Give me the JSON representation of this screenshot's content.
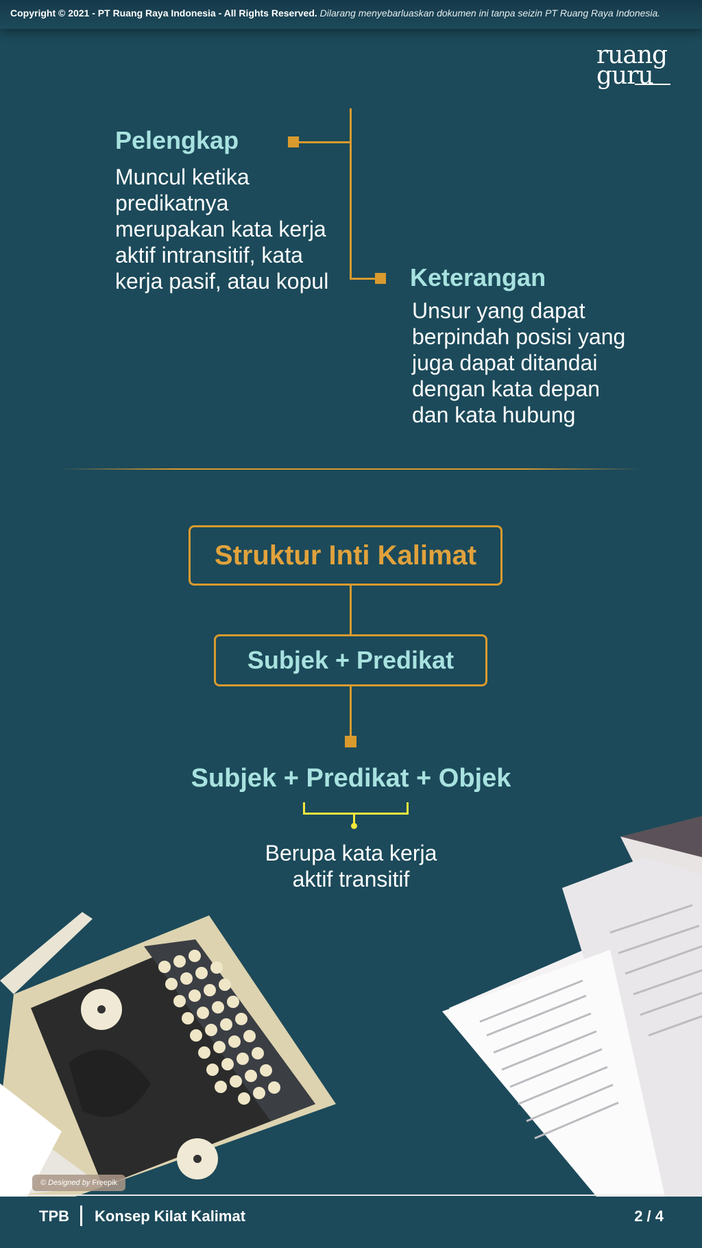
{
  "header": {
    "copyright_bold": "Copyright © 2021 - PT Ruang Raya Indonesia - All Rights Reserved.",
    "copyright_italic": "Dilarang menyebarluaskan dokumen ini tanpa seizin PT Ruang Raya Indonesia."
  },
  "logo": {
    "line1": "ruang",
    "line2": "guru"
  },
  "pelengkap": {
    "title": "Pelengkap",
    "lines": [
      "Muncul ketika",
      "predikatnya",
      "merupakan kata kerja",
      "aktif intransitif, kata",
      "kerja pasif, atau kopul"
    ]
  },
  "keterangan": {
    "title": "Keterangan",
    "lines": [
      "Unsur yang dapat",
      "berpindah posisi yang",
      "juga dapat ditandai",
      "dengan kata depan",
      "dan kata hubung"
    ]
  },
  "structure": {
    "title": "Struktur Inti Kalimat",
    "level1": "Subjek + Predikat",
    "level2": "Subjek + Predikat + Objek",
    "note_lines": [
      "Berupa kata kerja",
      "aktif transitif"
    ]
  },
  "credit": {
    "prefix": "© Designed by",
    "name": "Freepik"
  },
  "footer": {
    "left": "TPB",
    "title": "Konsep Kilat Kalimat",
    "page": "2 / 4"
  },
  "colors": {
    "background": "#1c4a5a",
    "accent_gold": "#d99a2e",
    "title_teal": "#a8e2e0",
    "title_gold": "#e1a23c"
  }
}
